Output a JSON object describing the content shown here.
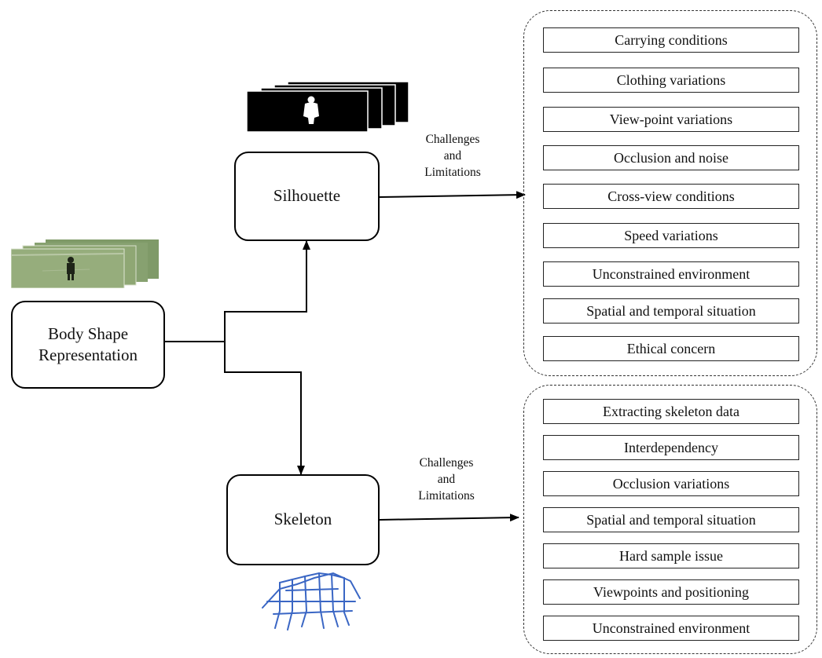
{
  "root": {
    "label": "Body Shape\nRepresentation"
  },
  "silhouette": {
    "label": "Silhouette",
    "connector_label": "Challenges\nand\nLimitations",
    "items": [
      "Carrying conditions",
      "Clothing variations",
      "View-point variations",
      "Occlusion and noise",
      "Cross-view conditions",
      "Speed variations",
      "Unconstrained environment",
      "Spatial and temporal situation",
      "Ethical concern"
    ]
  },
  "skeleton": {
    "label": "Skeleton",
    "connector_label": "Challenges\nand\nLimitations",
    "items": [
      "Extracting skeleton data",
      "Interdependency",
      "Occlusion variations",
      "Spatial and temporal situation",
      "Hard sample issue",
      "Viewpoints and positioning",
      "Unconstrained environment"
    ]
  },
  "colors": {
    "line": "#000000",
    "video_green": "#8fa774",
    "skeleton_blue": "#3a66c4"
  }
}
